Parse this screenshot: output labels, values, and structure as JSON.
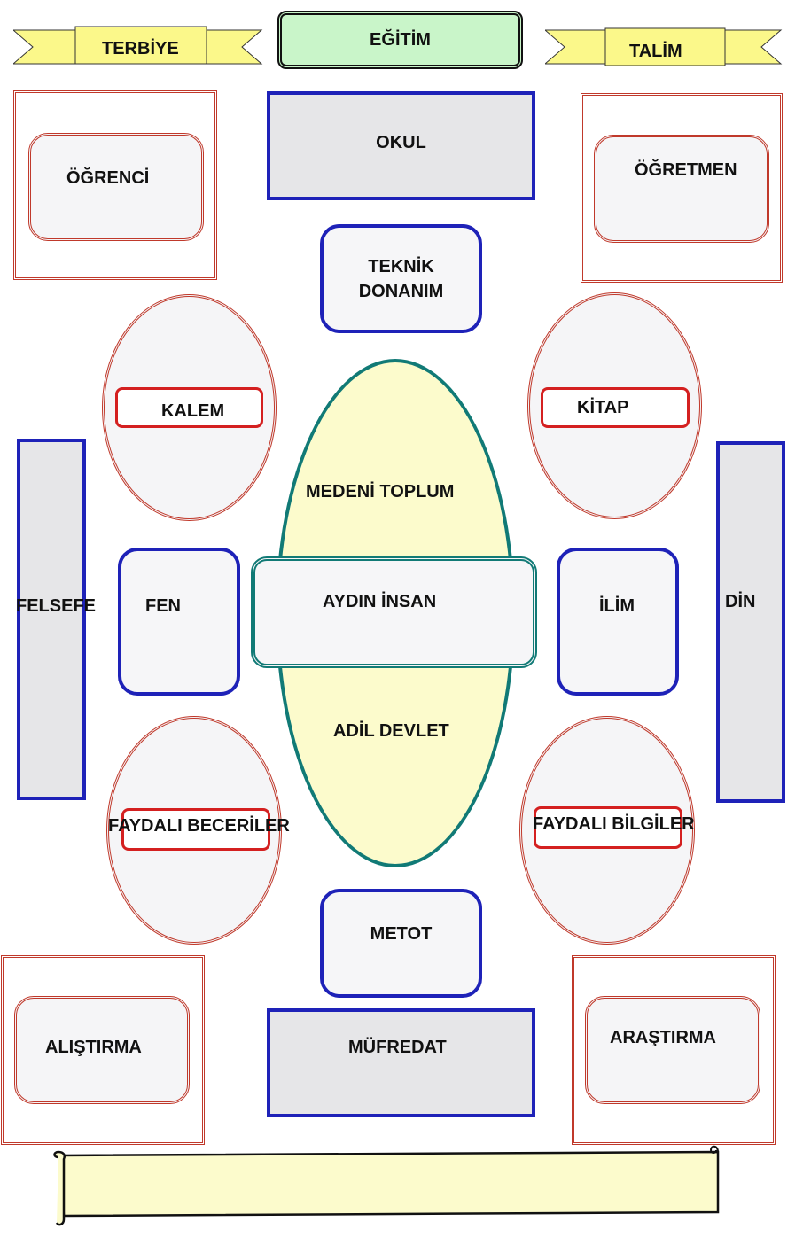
{
  "header": {
    "left_ribbon": "TERBİYE",
    "center": "EĞİTİM",
    "right_ribbon": "TALİM"
  },
  "corners": {
    "top_left": "ÖĞRENCİ",
    "top_right": "ÖĞRETMEN",
    "bottom_left": "ALIŞTIRMA",
    "bottom_right": "ARAŞTIRMA"
  },
  "school": "OKUL",
  "technical": "TEKNİK\nDONANIM",
  "ovals": {
    "top_left": "KALEM",
    "top_right": "KİTAP",
    "bottom_left": "FAYDALI BECERİLER",
    "bottom_right": "FAYDALI BİLGİLER"
  },
  "sides": {
    "left": "FELSEFE",
    "right": "DİN"
  },
  "middle_boxes": {
    "left": "FEN",
    "right": "İLİM"
  },
  "center": {
    "top": "MEDENİ TOPLUM",
    "middle": "AYDIN İNSAN",
    "bottom": "ADİL DEVLET"
  },
  "method": "METOT",
  "curriculum": "MÜFREDAT",
  "scroll_text": "",
  "colors": {
    "blue_border": "#1e22b8",
    "red_border": "#c0392b",
    "teal": "#117a76",
    "ribbon_yellow": "#fbf88a",
    "center_oval": "#fcfbcc",
    "header_green": "#c9f5c9"
  }
}
